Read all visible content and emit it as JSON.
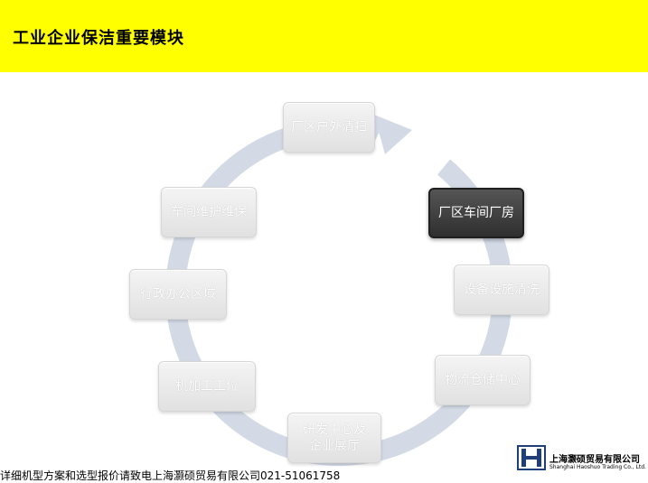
{
  "header": {
    "title": "工业企业保洁重要模块"
  },
  "diagram": {
    "nodes": [
      {
        "id": "outdoor",
        "label": "厂区户外清扫",
        "active": false
      },
      {
        "id": "workshop",
        "label": "厂区车间厂房",
        "active": true
      },
      {
        "id": "equipment",
        "label": "设备设施清洗",
        "active": false
      },
      {
        "id": "logistics",
        "label": "物流仓储中心",
        "active": false
      },
      {
        "id": "rnd",
        "label": "研发中心及企业展厅",
        "active": false
      },
      {
        "id": "machining",
        "label": "机加工工位",
        "active": false
      },
      {
        "id": "office",
        "label": "行政办公区域",
        "active": false
      },
      {
        "id": "maintenance",
        "label": "车间维护维保",
        "active": false
      }
    ],
    "ring_color": "#d3dae6",
    "active_color": "#333333"
  },
  "footer": {
    "contact_text": "详细机型方案和选型报价请致电上海灏硕贸易有限公司021-51061758",
    "company_cn": "上海灏硕贸易有限公司",
    "company_en": "Shanghai Haoshuo Trading Co., Ltd."
  }
}
